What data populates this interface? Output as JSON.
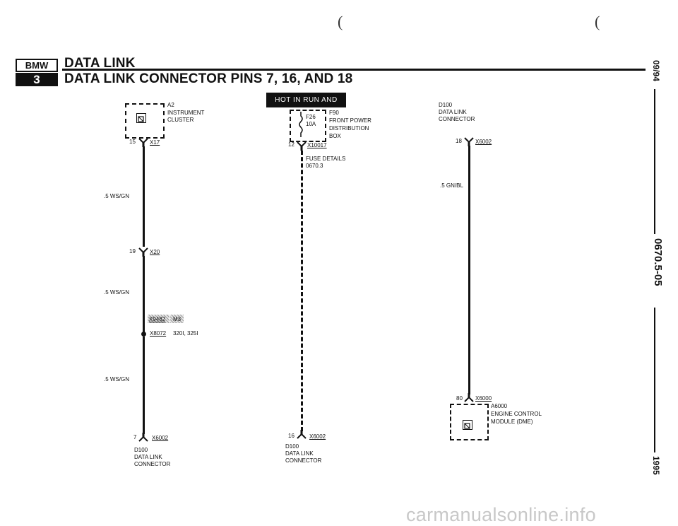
{
  "header": {
    "badge_brand": "BMW",
    "badge_model": "3",
    "title": "DATA LINK",
    "subtitle": "DATA LINK CONNECTOR PINS 7, 16, AND 18"
  },
  "side": {
    "date": "09/94",
    "page": "0670.5-05",
    "year": "1995"
  },
  "banner": "HOT IN RUN AND START",
  "left": {
    "component_id": "A2",
    "component_name_1": "INSTRUMENT",
    "component_name_2": "CLUSTER",
    "top_pin": "15",
    "top_conn": "X17",
    "wire1": ".5 WS/GN",
    "mid_pin": "19",
    "mid_conn": "X20",
    "wire2": ".5 WS/GN",
    "option_conn": "X9482",
    "option_label": "M3",
    "splice": "X8072",
    "splice_note": "320I, 325I",
    "wire3": ".5 WS/GN",
    "bot_pin": "7",
    "bot_conn": "X6002",
    "dest_1": "D100",
    "dest_2": "DATA LINK",
    "dest_3": "CONNECTOR"
  },
  "middle": {
    "fuse": "F26",
    "amps": "10A",
    "box_id": "F90",
    "box_1": "FRONT POWER",
    "box_2": "DISTRIBUTION",
    "box_3": "BOX",
    "top_pin": "12",
    "top_conn": "X10017",
    "fuse_details_1": "FUSE DETAILS",
    "fuse_details_2": "0670.3",
    "bot_pin": "16",
    "bot_conn": "X6002",
    "dest_1": "D100",
    "dest_2": "DATA LINK",
    "dest_3": "CONNECTOR"
  },
  "right": {
    "src_1": "D100",
    "src_2": "DATA LINK",
    "src_3": "CONNECTOR",
    "top_pin": "18",
    "top_conn": "X6002",
    "wire": ".5 GN/BL",
    "bot_pin": "80",
    "bot_conn": "X6000",
    "module_id": "A6000",
    "module_1": "ENGINE CONTROL",
    "module_2": "MODULE (DME)"
  },
  "watermark": "carmanualsonline.info"
}
